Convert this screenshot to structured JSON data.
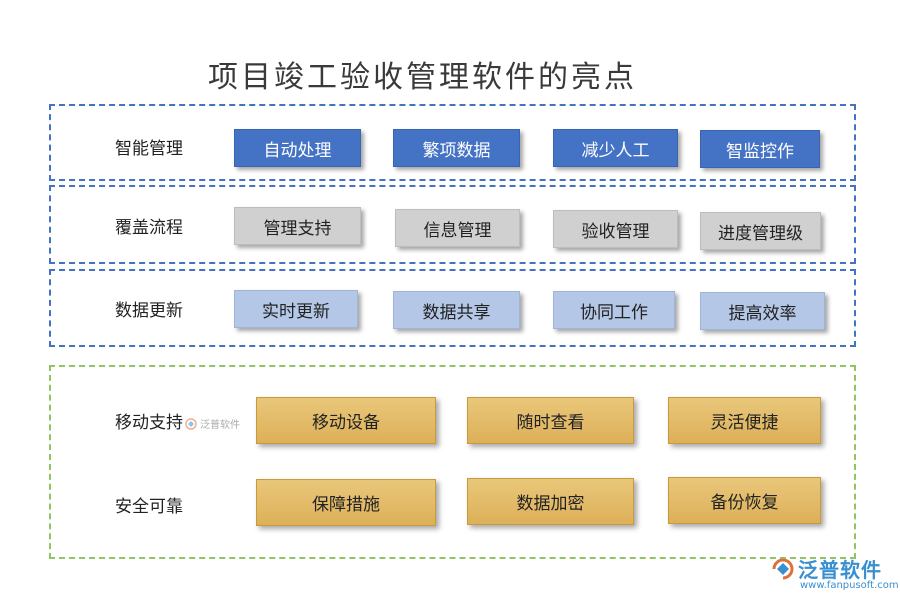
{
  "title": "项目竣工验收管理软件的亮点",
  "rows": [
    {
      "label": "智能管理",
      "items": [
        "自动处理",
        "繁项数据",
        "减少人工",
        "智监控作"
      ]
    },
    {
      "label": "覆盖流程",
      "items": [
        "管理支持",
        "信息管理",
        "验收管理",
        "进度管理级"
      ]
    },
    {
      "label": "数据更新",
      "items": [
        "实时更新",
        "数据共享",
        "协同工作",
        "提高效率"
      ]
    },
    {
      "label": "移动支持",
      "items": [
        "移动设备",
        "随时查看",
        "灵活便捷"
      ]
    },
    {
      "label": "安全可靠",
      "items": [
        "保障措施",
        "数据加密",
        "备份恢复"
      ]
    }
  ],
  "watermark": {
    "small_text": "泛普软件",
    "brand": "泛普软件",
    "url": "www.fanpusoft.com"
  },
  "colors": {
    "dashed_blue": "#4472c4",
    "dashed_green": "#8fc562",
    "button_blue": "#4472c4",
    "button_gray": "#d0d0d0",
    "button_light_blue": "#b4c7e7",
    "button_gold": "#e0b660"
  }
}
